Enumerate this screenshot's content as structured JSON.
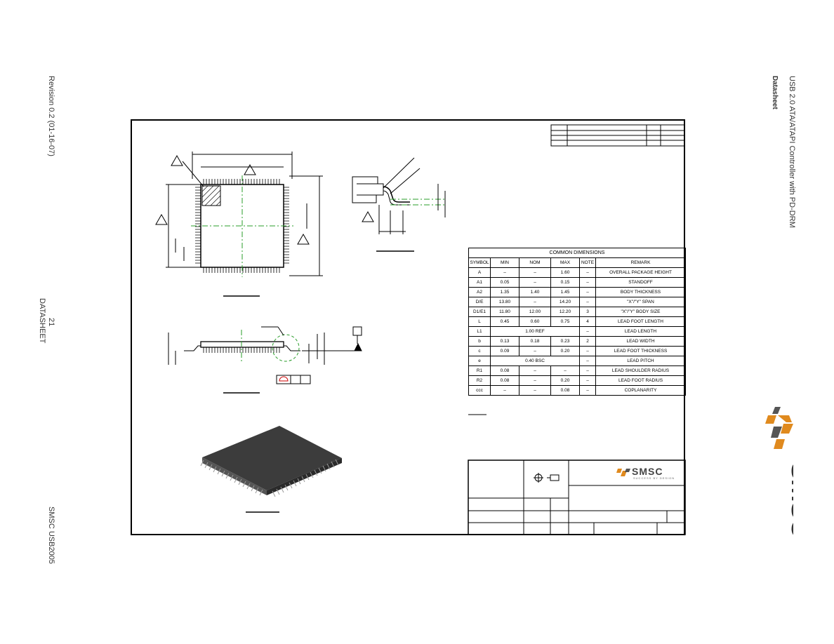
{
  "left_margin": {
    "revision": "Revision 0.2 (01-16-07)",
    "page_number": "21",
    "page_label": "DATASHEET",
    "product": "SMSC USB2005"
  },
  "right_margin": {
    "title": "USB 2.0 ATA/ATAPI Controller with PD-DRM",
    "subtitle": "Datasheet",
    "brand": "SMSC"
  },
  "drawing": {
    "table_caption": "COMMON DIMENSIONS",
    "columns": [
      "SYMBOL",
      "MIN",
      "NOM",
      "MAX",
      "NOTE",
      "REMARK"
    ],
    "rows": [
      [
        "A",
        "–",
        "–",
        "1.60",
        "–",
        "OVERALL PACKAGE HEIGHT"
      ],
      [
        "A1",
        "0.05",
        "–",
        "0.15",
        "–",
        "STANDOFF"
      ],
      [
        "A2",
        "1.35",
        "1.40",
        "1.45",
        "–",
        "BODY THICKNESS"
      ],
      [
        "D/E",
        "13.80",
        "–",
        "14.20",
        "–",
        "\"X\"/\"Y\" SPAN"
      ],
      [
        "D1/E1",
        "11.80",
        "12.00",
        "12.20",
        "3",
        "\"X\"/\"Y\" BODY SIZE"
      ],
      [
        "L",
        "0.45",
        "0.60",
        "0.75",
        "4",
        "LEAD FOOT LENGTH"
      ],
      [
        "L1",
        "1.00 REF",
        "",
        "",
        "–",
        "LEAD LENGTH"
      ],
      [
        "b",
        "0.13",
        "0.18",
        "0.23",
        "2",
        "LEAD WIDTH"
      ],
      [
        "c",
        "0.09",
        "–",
        "0.20",
        "–",
        "LEAD FOOT THICKNESS"
      ],
      [
        "e",
        "0.40 BSC",
        "",
        "",
        "–",
        "LEAD PITCH"
      ],
      [
        "R1",
        "0.08",
        "–",
        "–",
        "–",
        "LEAD SHOULDER RADIUS"
      ],
      [
        "R2",
        "0.08",
        "–",
        "0.20",
        "–",
        "LEAD FOOT RADIUS"
      ],
      [
        "ccc",
        "–",
        "–",
        "0.08",
        "–",
        "COPLANARITY"
      ]
    ],
    "logo_text": "SMSC",
    "logo_tagline": "SUCCESS BY DESIGN"
  }
}
